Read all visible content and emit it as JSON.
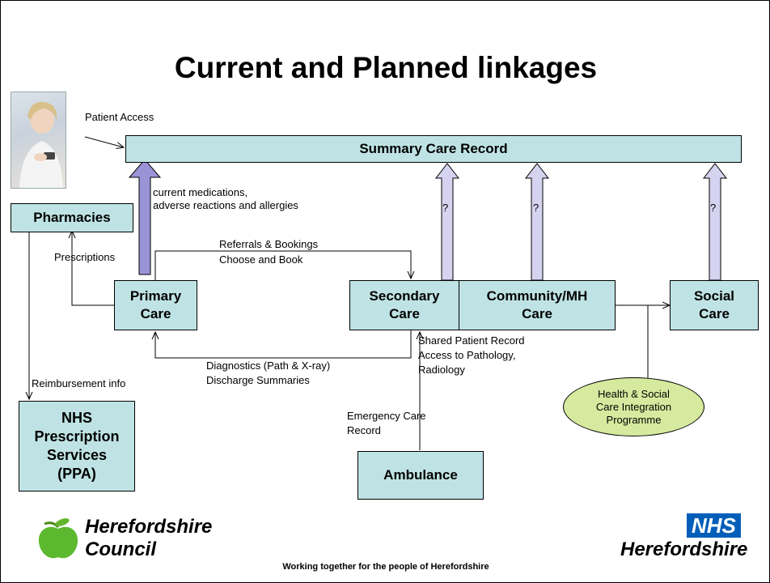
{
  "slide": {
    "title": "Current and Planned linkages",
    "footer": "Working together for the people of Herefordshire"
  },
  "nodes": {
    "summary_care_record": "Summary Care Record",
    "pharmacies": "Pharmacies",
    "primary_care": [
      "Primary",
      "Care"
    ],
    "secondary_care": [
      "Secondary",
      "Care"
    ],
    "community_mh": [
      "Community/MH",
      "Care"
    ],
    "social_care": [
      "Social",
      "Care"
    ],
    "nhs_ppa": [
      "NHS",
      "Prescription",
      "Services",
      "(PPA)"
    ],
    "ambulance": "Ambulance",
    "integration": [
      "Health & Social",
      "Care Integration",
      "Programme"
    ]
  },
  "labels": {
    "patient_access": "Patient Access",
    "medications": [
      "current medications,",
      "adverse reactions and allergies"
    ],
    "q": "?",
    "prescriptions": "Prescriptions",
    "referrals": [
      "Referrals & Bookings",
      "Choose and Book"
    ],
    "diagnostics": [
      "Diagnostics (Path & X-ray)",
      "Discharge Summaries"
    ],
    "shared_record": [
      "Shared Patient Record",
      "Access to Pathology,",
      "Radiology"
    ],
    "reimbursement": "Reimbursement info",
    "emergency": [
      "Emergency Care",
      "Record"
    ]
  },
  "logos": {
    "council": [
      "Herefordshire",
      "Council"
    ],
    "nhs_badge": "NHS",
    "nhs_text": "Herefordshire"
  },
  "colors": {
    "box_fill": "#bfe3e4",
    "arrow_solid": "#9a93d6",
    "arrow_light": "#d6d3f0",
    "oval_fill": "#d5ea9e",
    "nhs_blue": "#005eb8"
  }
}
